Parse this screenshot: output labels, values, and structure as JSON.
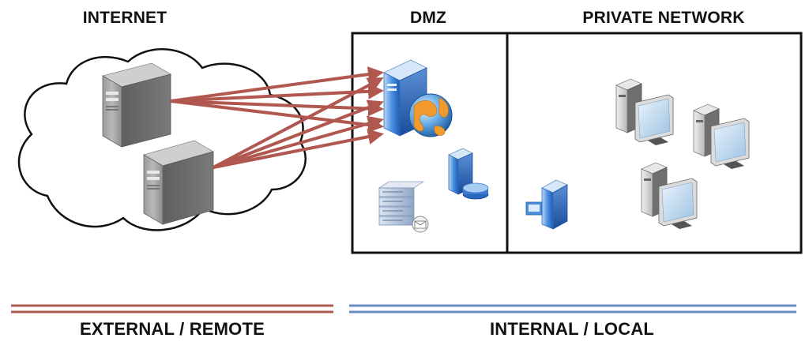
{
  "labels": {
    "internet": "INTERNET",
    "dmz": "DMZ",
    "private_network": "PRIVATE NETWORK",
    "external": "EXTERNAL / REMOTE",
    "internal": "INTERNAL / LOCAL"
  },
  "icons": {
    "internet_servers": [
      "server-tower-icon",
      "server-tower-icon"
    ],
    "dmz": [
      "web-server-icon",
      "globe-icon",
      "database-server-icon",
      "mail-server-icon"
    ],
    "private": [
      "workstation-icon",
      "workstation-icon",
      "workstation-icon",
      "small-server-icon"
    ]
  },
  "colors": {
    "external": "#b05a52",
    "internal": "#6b8cc0",
    "arrow": "#b0574f",
    "box_border": "#111111"
  }
}
